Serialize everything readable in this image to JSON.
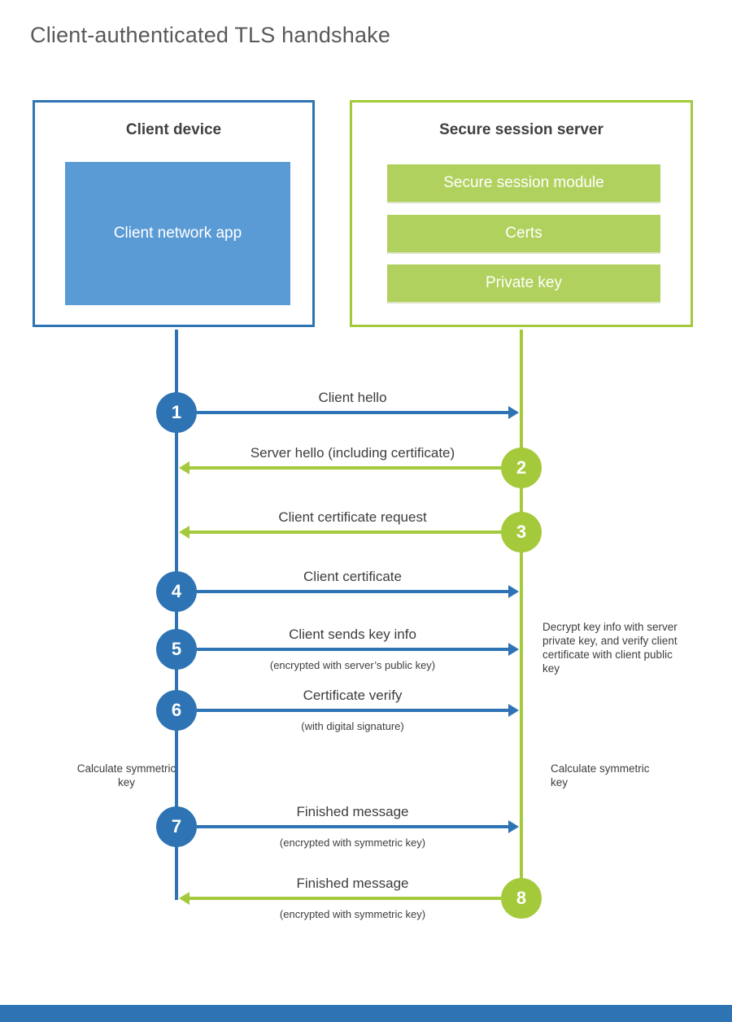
{
  "title": "Client-authenticated TLS handshake",
  "colors": {
    "blue": "#2e74b5",
    "blue_fill": "#5b9bd5",
    "green": "#a4ca3b",
    "green_fill": "#b1d15e",
    "text": "#3d3d3d",
    "title_gray": "#595959"
  },
  "client": {
    "title": "Client device",
    "module": "Client network app"
  },
  "server": {
    "title": "Secure session server",
    "modules": [
      "Secure session module",
      "Certs",
      "Private key"
    ]
  },
  "steps": [
    {
      "num": "1",
      "actor": "client",
      "dir": "right",
      "label": "Client hello",
      "sublabel": ""
    },
    {
      "num": "2",
      "actor": "server",
      "dir": "left",
      "label": "Server hello (including certificate)",
      "sublabel": ""
    },
    {
      "num": "3",
      "actor": "server",
      "dir": "left",
      "label": "Client certificate request",
      "sublabel": ""
    },
    {
      "num": "4",
      "actor": "client",
      "dir": "right",
      "label": "Client certificate",
      "sublabel": ""
    },
    {
      "num": "5",
      "actor": "client",
      "dir": "right",
      "label": "Client sends key info",
      "sublabel": "(encrypted with server’s public key)"
    },
    {
      "num": "6",
      "actor": "client",
      "dir": "right",
      "label": "Certificate verify",
      "sublabel": "(with digital signature)"
    },
    {
      "num": "7",
      "actor": "client",
      "dir": "right",
      "label": "Finished message",
      "sublabel": "(encrypted with symmetric key)"
    },
    {
      "num": "8",
      "actor": "server",
      "dir": "left",
      "label": "Finished message",
      "sublabel": "(encrypted with symmetric key)"
    }
  ],
  "annotations": {
    "decrypt_note": "Decrypt key info with server private key, and verify client certificate with client public key",
    "calc_left": "Calculate symmetric key",
    "calc_right": "Calculate symmetric key"
  }
}
